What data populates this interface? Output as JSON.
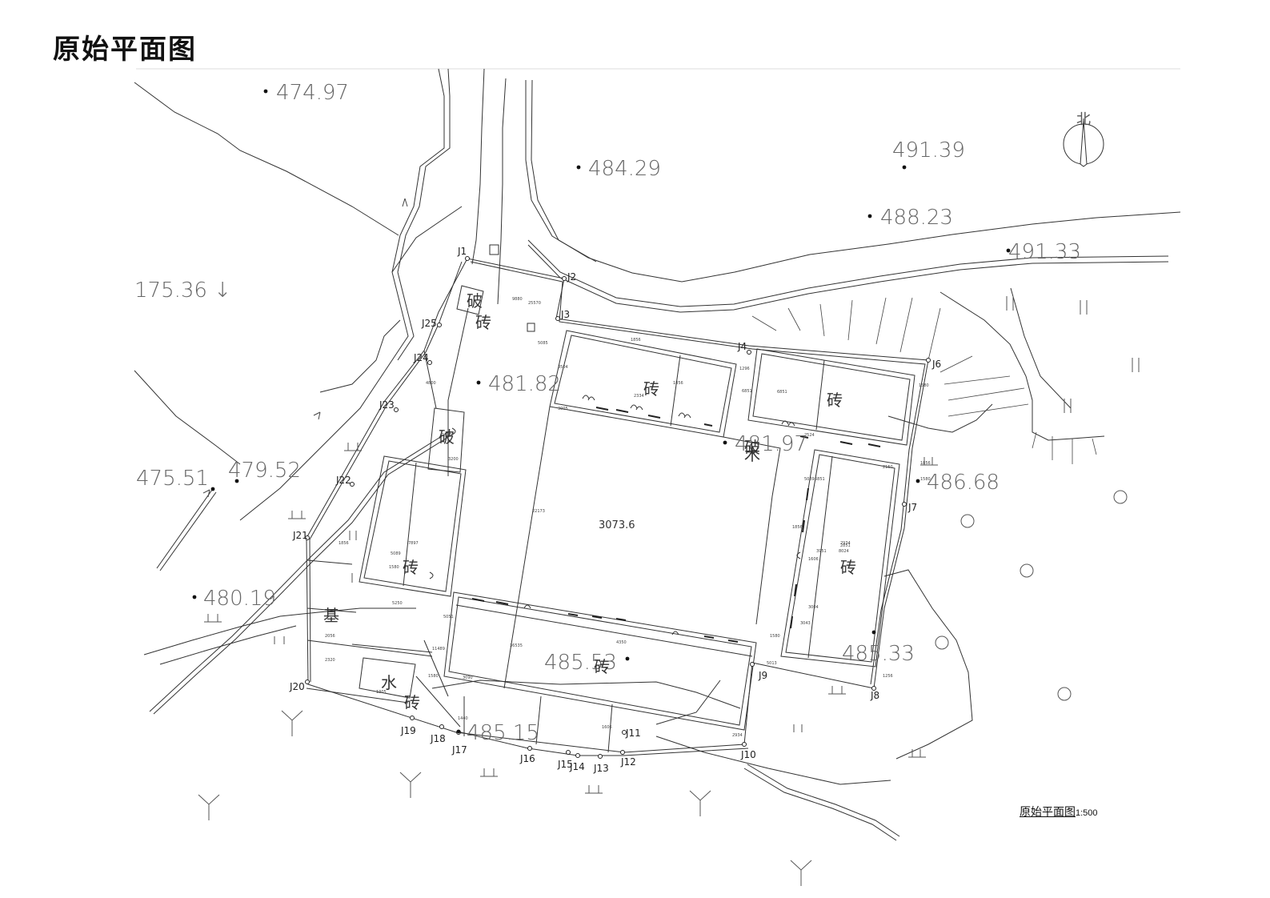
{
  "title": "原始平面图",
  "north_label": "北",
  "scale_caption": {
    "label": "原始平面图",
    "ratio": "1:500"
  },
  "site_area": "3073.6",
  "elevations": [
    {
      "text": "474.97",
      "dot": true
    },
    {
      "text": "484.29",
      "dot": true
    },
    {
      "text": "491.39",
      "dot": true
    },
    {
      "text": "488.23",
      "dot": true
    },
    {
      "text": "491.33",
      "dot": true
    },
    {
      "text": "175.36 ↓",
      "dot": false
    },
    {
      "text": "481.82",
      "dot": true
    },
    {
      "text": "481.97",
      "dot": true
    },
    {
      "text": "479.52",
      "dot": true
    },
    {
      "text": "475.51",
      "dot": true
    },
    {
      "text": "486.68",
      "dot": true
    },
    {
      "text": "480.19",
      "dot": true
    },
    {
      "text": "485.53",
      "dot": true
    },
    {
      "text": "485.33",
      "dot": true
    },
    {
      "text": "485.15",
      "dot": true
    }
  ],
  "stakes": [
    "J1",
    "J2",
    "J3",
    "J4",
    "J6",
    "J7",
    "J8",
    "J9",
    "J10",
    "J11",
    "J12",
    "J13",
    "J14",
    "J15",
    "J16",
    "J17",
    "J18",
    "J19",
    "J20",
    "J21",
    "J22",
    "J23",
    "J24",
    "J25"
  ],
  "materials": [
    "砖",
    "砖",
    "砖",
    "砖",
    "砖",
    "砖",
    "砖",
    "破",
    "破",
    "破",
    "基",
    "水",
    "木"
  ],
  "dimensions": [
    "3504",
    "1856",
    "2334",
    "1856",
    "6851",
    "6851",
    "1580",
    "25570",
    "2524",
    "3005",
    "1296",
    "5085",
    "9880",
    "22173",
    "8024",
    "2934",
    "6851",
    "1856",
    "1580",
    "2150",
    "5089",
    "1856",
    "1606",
    "2851",
    "3951",
    "3004",
    "3043",
    "1580",
    "5013",
    "1256",
    "7897",
    "5089",
    "5250",
    "2056",
    "2320",
    "5051",
    "1856",
    "1580",
    "11489",
    "36535",
    "4350",
    "1606",
    "2934",
    "3090",
    "1580",
    "1440",
    "1305",
    "4800",
    "1360",
    "3200"
  ]
}
